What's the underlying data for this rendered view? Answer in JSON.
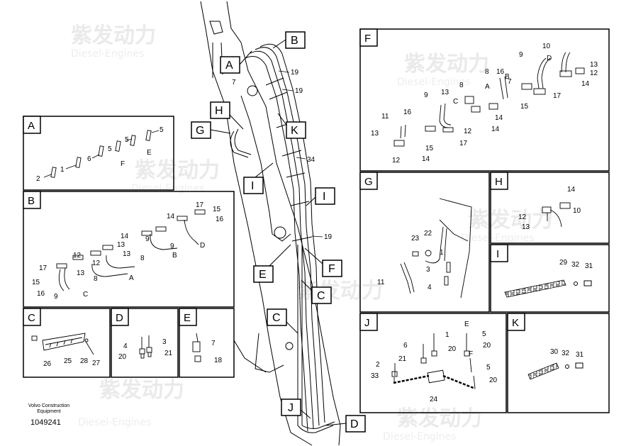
{
  "footer": {
    "brand_line1": "Volvo Construction",
    "brand_line2": "Equipment",
    "drawing_number": "1049241"
  },
  "watermark": {
    "text_cn": "紫发动力",
    "text_en": "Diesel-Engines"
  },
  "panels": {
    "A": {
      "letter": "A",
      "parts": [
        "2",
        "1",
        "6",
        "5",
        "5",
        "5",
        "F",
        "E"
      ]
    },
    "B": {
      "letter": "B",
      "parts": [
        "17",
        "15",
        "16",
        "17",
        "14",
        "14",
        "15",
        "16",
        "12",
        "13",
        "13",
        "12",
        "13",
        "8",
        "8",
        "9",
        "9",
        "9",
        "C",
        "A",
        "B",
        "D"
      ]
    },
    "C": {
      "letter": "C",
      "parts": [
        "26",
        "25",
        "28",
        "27"
      ]
    },
    "D": {
      "letter": "D",
      "parts": [
        "4",
        "20",
        "3",
        "21"
      ]
    },
    "E": {
      "letter": "E",
      "parts": [
        "7",
        "18"
      ]
    },
    "F": {
      "letter": "F",
      "parts": [
        "10",
        "9",
        "D",
        "13",
        "12",
        "14",
        "8",
        "16",
        "7",
        "B",
        "A",
        "13",
        "8",
        "9",
        "C",
        "15",
        "17",
        "11",
        "16",
        "12",
        "14",
        "13",
        "14",
        "15",
        "17",
        "12",
        "14"
      ]
    },
    "G": {
      "letter": "G",
      "parts": [
        "22",
        "23",
        "1",
        "3",
        "11",
        "4"
      ]
    },
    "H": {
      "letter": "H",
      "parts": [
        "14",
        "12",
        "10",
        "13"
      ]
    },
    "I": {
      "letter": "I",
      "parts": [
        "29",
        "32",
        "31"
      ]
    },
    "J": {
      "letter": "J",
      "parts": [
        "E",
        "1",
        "6",
        "5",
        "20",
        "20",
        "2",
        "21",
        "F",
        "5",
        "33",
        "20",
        "24"
      ]
    },
    "K": {
      "letter": "K",
      "parts": [
        "30",
        "32",
        "31"
      ]
    }
  },
  "boom_callouts": [
    "A",
    "B",
    "H",
    "G",
    "K",
    "I",
    "I",
    "E",
    "F",
    "C",
    "C",
    "J",
    "D"
  ],
  "boom_parts": [
    "7",
    "19",
    "19",
    "34",
    "19"
  ]
}
